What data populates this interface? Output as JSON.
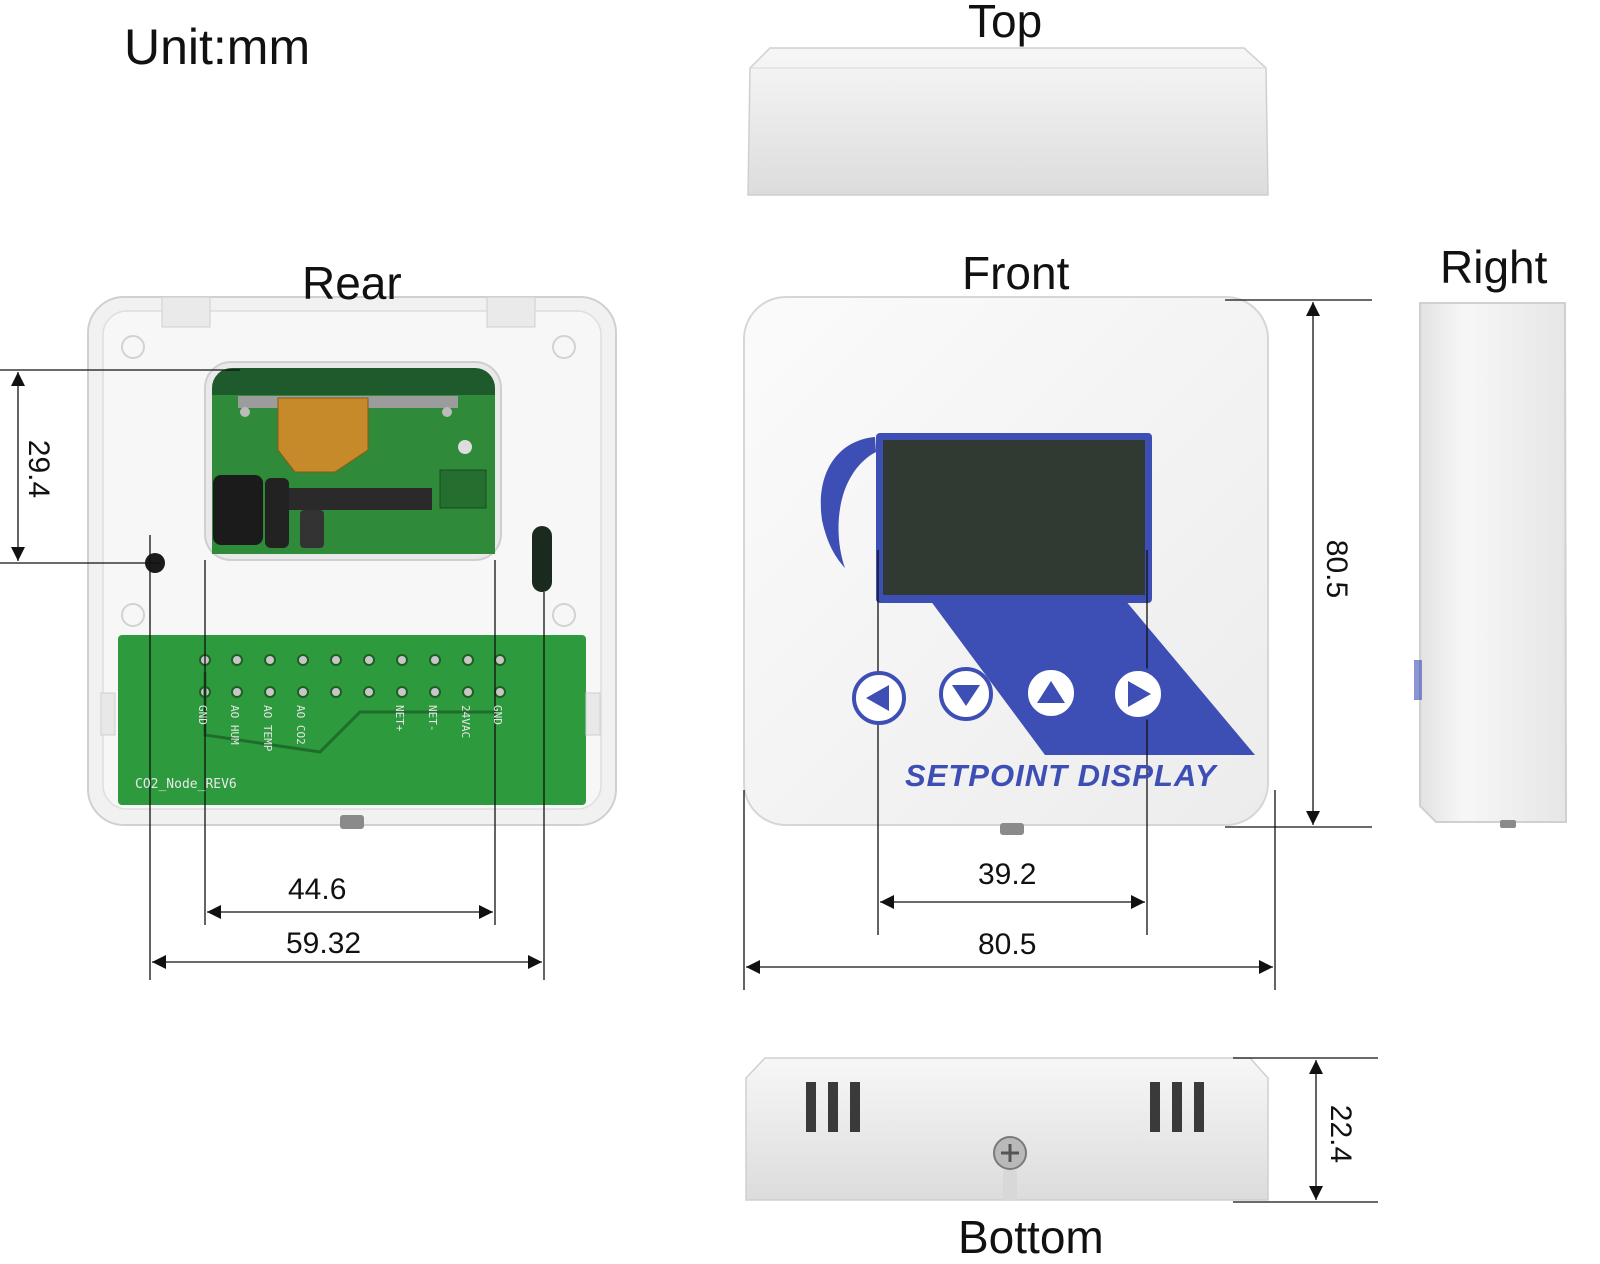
{
  "unit_label": "Unit:mm",
  "views": {
    "top": "Top",
    "rear": "Rear",
    "front": "Front",
    "right": "Right",
    "bottom": "Bottom"
  },
  "dimensions": {
    "rear_height": "29.4",
    "rear_inner_width": "44.6",
    "rear_outer_width": "59.32",
    "front_screen_width": "39.2",
    "front_width": "80.5",
    "front_height": "80.5",
    "bottom_depth": "22.4"
  },
  "device": {
    "display_caption": "SETPOINT DISPLAY",
    "board_label": "CO2_Node_REV6",
    "terminal_labels": [
      "GND",
      "AO HUM",
      "AO TEMP",
      "AO CO2",
      "NET+",
      "NET-",
      "24VAC",
      "GND"
    ],
    "button_icons": [
      "left-arrow-icon",
      "down-arrow-icon",
      "up-arrow-icon",
      "right-arrow-icon"
    ]
  },
  "colors": {
    "brand_blue": "#3d4fb5",
    "lcd": "#303a33",
    "pcb_green": "#2e9a3e",
    "housing": "#f3f3f3"
  }
}
